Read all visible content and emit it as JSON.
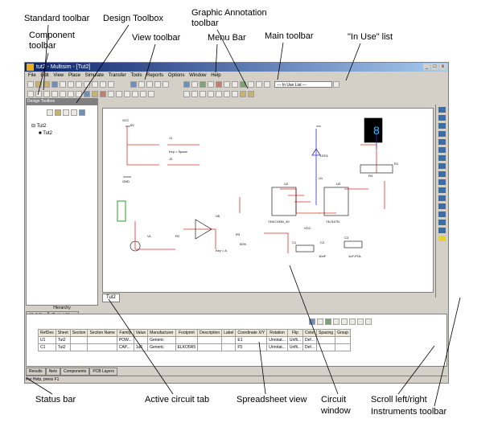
{
  "annotations": {
    "standard_toolbar": "Standard toolbar",
    "design_toolbox": "Design Toolbox",
    "graphic_annotation_toolbar_1": "Graphic Annotation",
    "graphic_annotation_toolbar_2": "toolbar",
    "component_toolbar_1": "Component",
    "component_toolbar_2": "toolbar",
    "view_toolbar": "View toolbar",
    "menu_bar": "Menu Bar",
    "main_toolbar": "Main toolbar",
    "in_use_list": "\"In Use\" list",
    "status_bar": "Status bar",
    "active_circuit_tab": "Active circuit tab",
    "spreadsheet_view": "Spreadsheet view",
    "circuit_window_1": "Circuit",
    "circuit_window_2": "window",
    "scroll_left_right": "Scroll left/right",
    "instruments_toolbar": "Instruments toolbar"
  },
  "window": {
    "title": "tut2 - Multisim - [Tut2]",
    "controls": [
      "_",
      "□",
      "x"
    ]
  },
  "menu": [
    "File",
    "Edit",
    "View",
    "Place",
    "Simulate",
    "Transfer",
    "Tools",
    "Reports",
    "Options",
    "Window",
    "Help"
  ],
  "in_use_list": {
    "value": "--- In Use List ---"
  },
  "design_toolbox": {
    "title": "Design Toolbox",
    "tree": [
      "Tut2",
      "Tut2"
    ],
    "hierarchy_label": "Hierarchy",
    "tabs": [
      "Visibility",
      "Project View"
    ]
  },
  "circuit_tab": "Tut2",
  "circuit": {
    "labels": [
      "VCC",
      "5V",
      "J1",
      "J2",
      "Key = Space",
      "GND",
      "LED1",
      "U1",
      "U2",
      "U3",
      "U6",
      "R1",
      "R2",
      "R3",
      "R4",
      "V1",
      "VCC",
      "C1",
      "C2",
      "C3",
      "1uF-POL",
      "10nF",
      "74HC190N_4V",
      "74LS47N",
      "50%",
      "Key = A"
    ]
  },
  "spreadsheet": {
    "headers": [
      "RefDes",
      "Sheet",
      "Section",
      "Section Name",
      "Family",
      "Value",
      "Manufacturer",
      "Footprint",
      "Description",
      "Label",
      "Coordinate X/Y",
      "Rotation",
      "Flip",
      "Color",
      "Spacing",
      "Group"
    ],
    "rows": [
      [
        "U1",
        "Tut2",
        "",
        "",
        "POW...",
        "",
        "Generic",
        "",
        "",
        "",
        "E1",
        "Unrotat...",
        "Unfli...",
        "Def...",
        "",
        ""
      ],
      [
        "C1",
        "Tut2",
        "",
        "",
        "CAP...",
        "1uF",
        "Generic",
        "ELKO5R5",
        "",
        "",
        "F5",
        "Unrotat...",
        "Unfli...",
        "Def...",
        "",
        ""
      ]
    ],
    "tabs": [
      "Results",
      "Nets",
      "Components",
      "PCB Layers"
    ]
  },
  "status_bar": {
    "text": "For Help, press F1"
  }
}
